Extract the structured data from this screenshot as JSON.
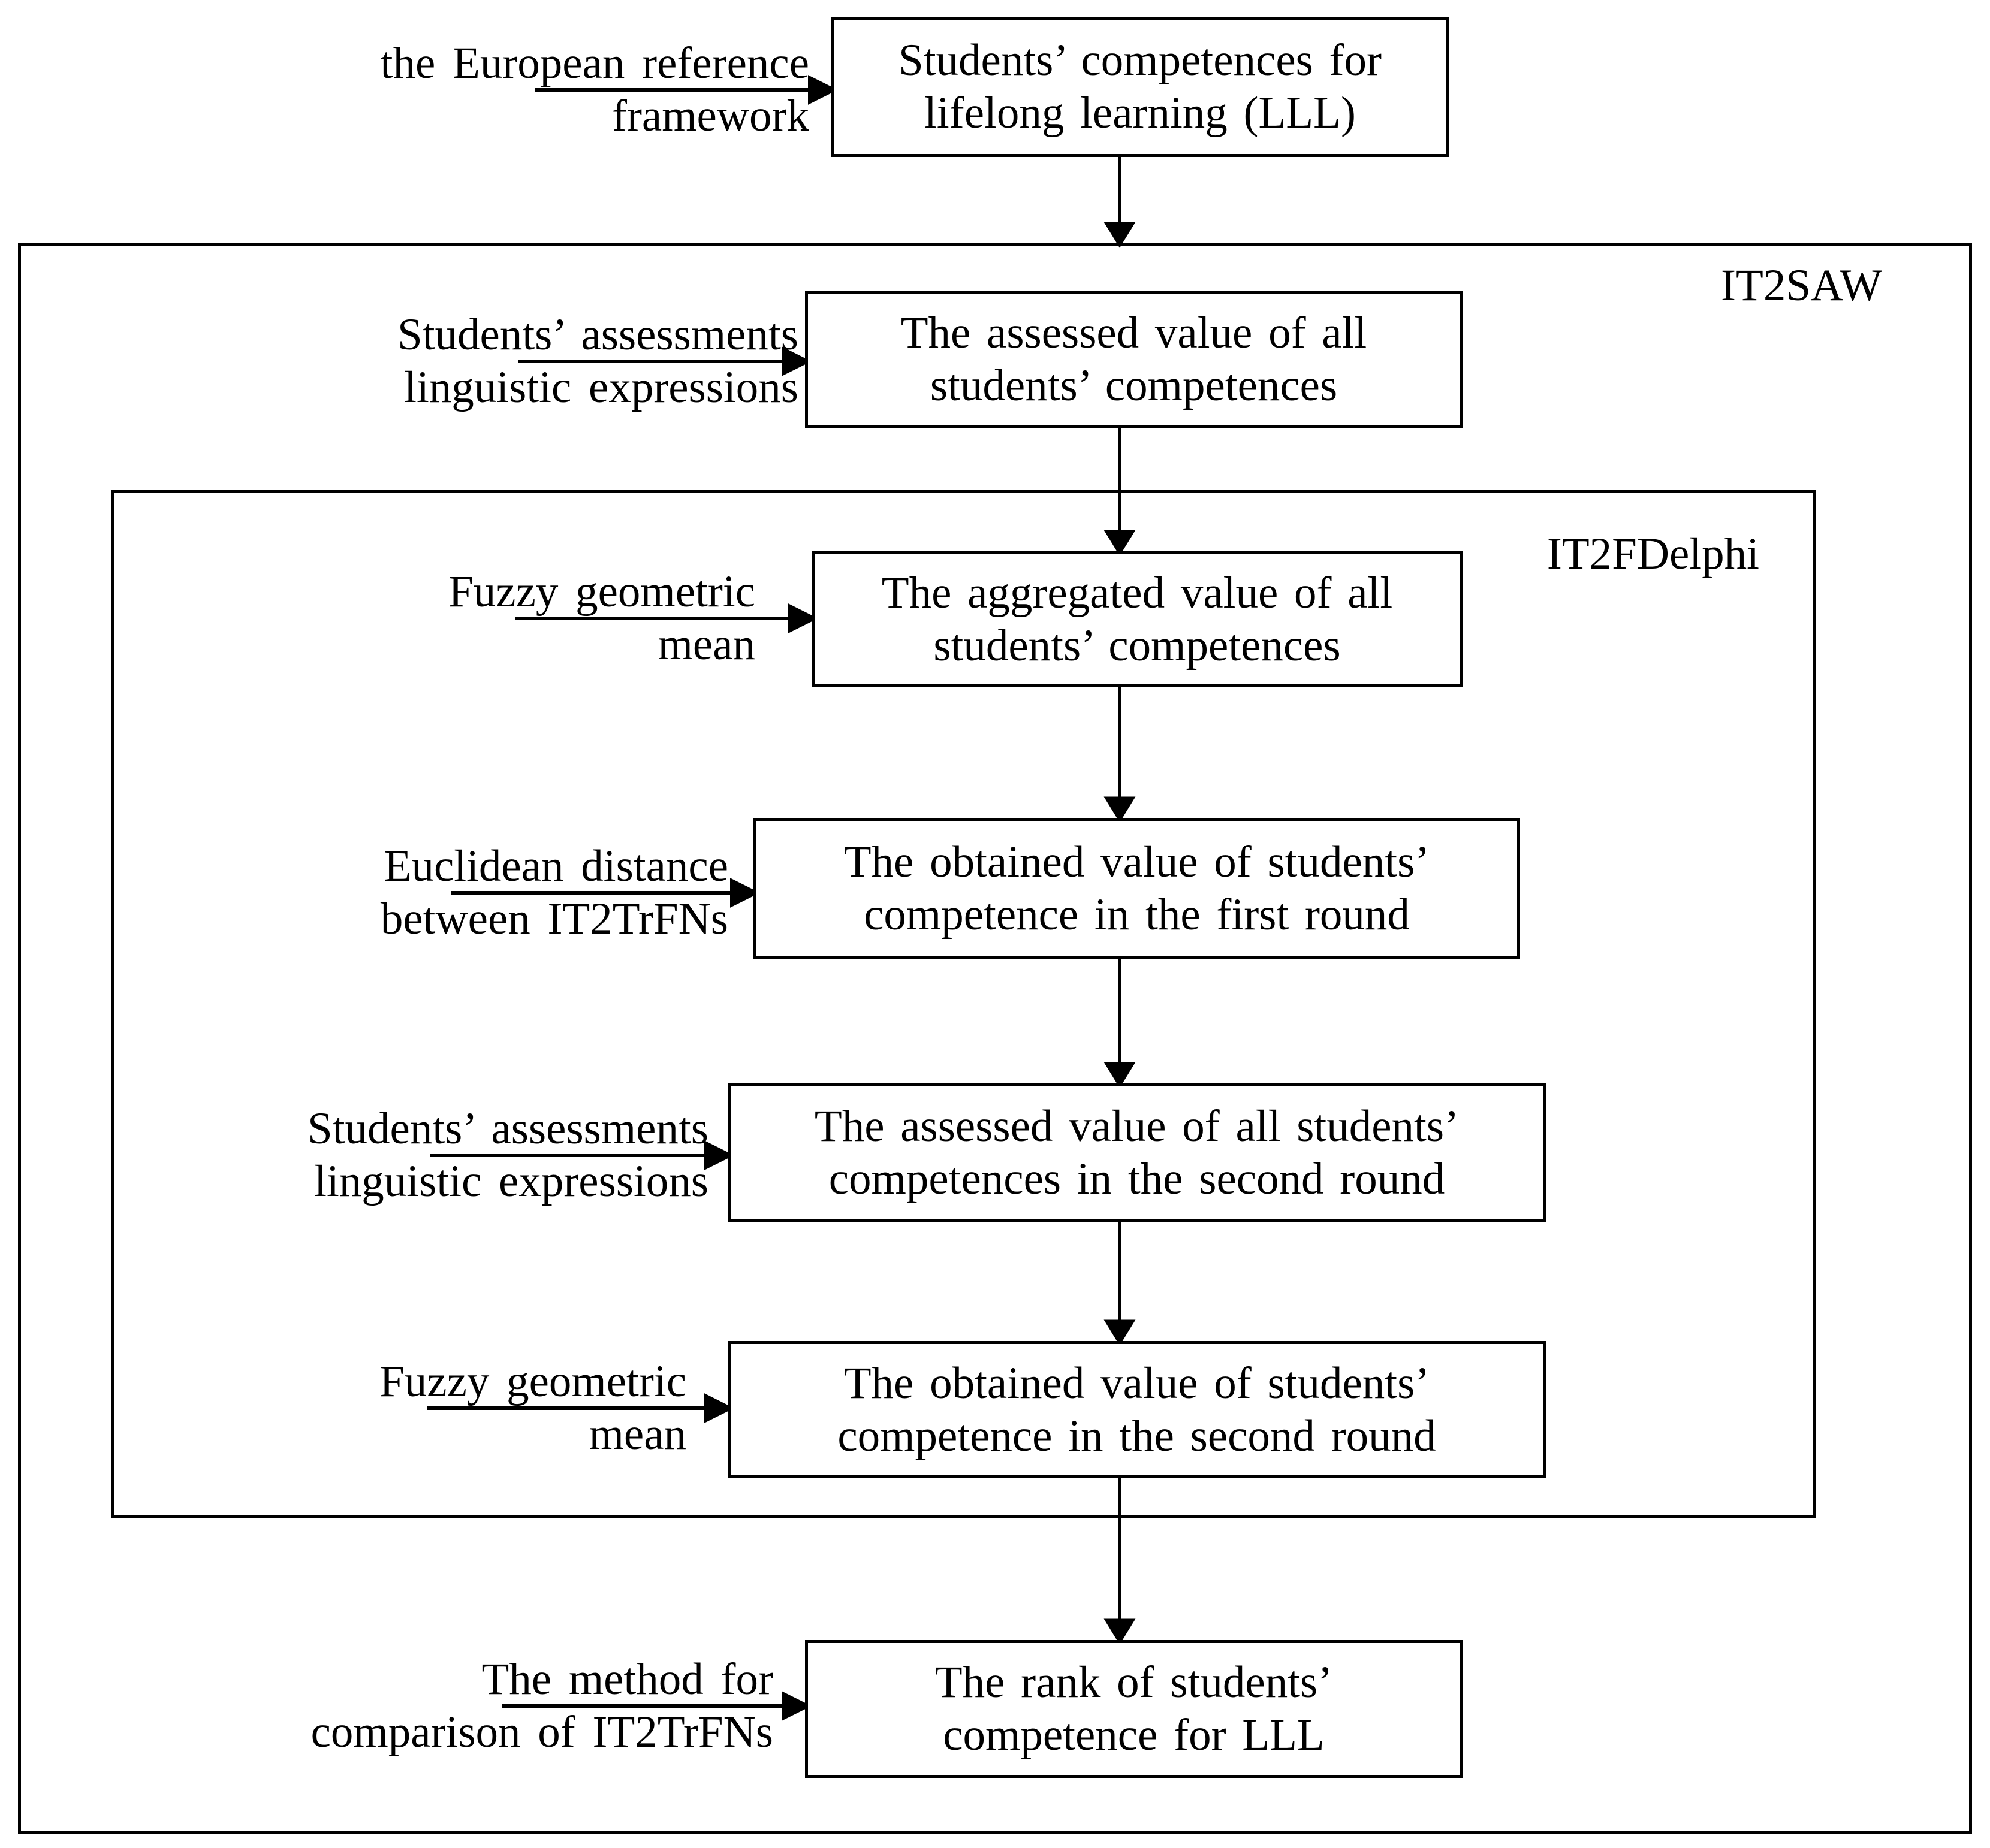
{
  "diagram": {
    "containers": [
      {
        "id": "it2saw",
        "label": "IT2SAW"
      },
      {
        "id": "it2fdelphi",
        "label": "IT2FDelphi"
      }
    ],
    "nodes": [
      {
        "id": "competences-lll",
        "lines": [
          "Students’ competences for",
          "lifelong learning (LLL)"
        ]
      },
      {
        "id": "assessed-value",
        "lines": [
          "The assessed value of all",
          "students’ competences"
        ]
      },
      {
        "id": "aggregated-value",
        "lines": [
          "The aggregated value of all",
          "students’ competences"
        ]
      },
      {
        "id": "obtained-first-round",
        "lines": [
          "The obtained value of students’",
          "competence in the first round"
        ]
      },
      {
        "id": "assessed-second-round",
        "lines": [
          "The assessed value of all students’",
          "competences in the second round"
        ]
      },
      {
        "id": "obtained-second-round",
        "lines": [
          "The obtained value of students’",
          "competence in the second round"
        ]
      },
      {
        "id": "rank-lll",
        "lines": [
          "The rank of students’",
          "competence for LLL"
        ]
      }
    ],
    "inputs": [
      {
        "id": "european-framework",
        "lines": [
          "the European reference",
          "framework"
        ]
      },
      {
        "id": "assessments-round1",
        "lines": [
          "Students’ assessments",
          "linguistic expressions"
        ]
      },
      {
        "id": "fuzzy-mean-round1",
        "lines": [
          "Fuzzy geometric",
          "mean"
        ]
      },
      {
        "id": "euclidean-distance",
        "lines": [
          "Euclidean distance",
          "between IT2TrFNs"
        ]
      },
      {
        "id": "assessments-round2",
        "lines": [
          "Students’ assessments",
          "linguistic expressions"
        ]
      },
      {
        "id": "fuzzy-mean-round2",
        "lines": [
          "Fuzzy geometric",
          "mean"
        ]
      },
      {
        "id": "comparison-method",
        "lines": [
          "The method for",
          "comparison of IT2TrFNs"
        ]
      }
    ]
  }
}
